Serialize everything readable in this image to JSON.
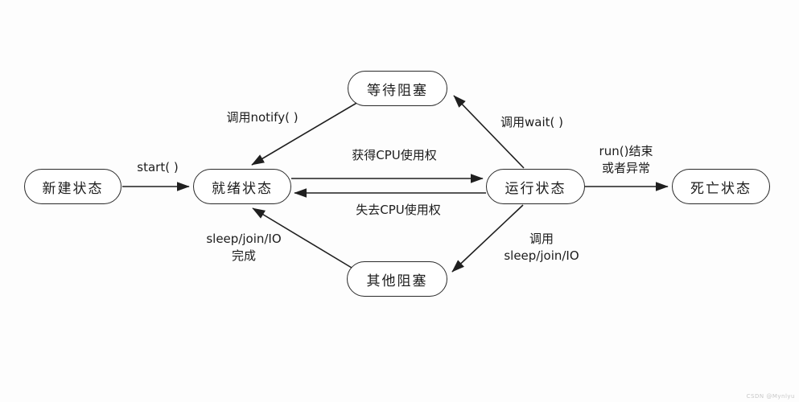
{
  "diagram": {
    "nodes": [
      {
        "id": "new",
        "label": "新建状态"
      },
      {
        "id": "ready",
        "label": "就绪状态"
      },
      {
        "id": "waiting-blocked",
        "label": "等待阻塞"
      },
      {
        "id": "running",
        "label": "运行状态"
      },
      {
        "id": "other-blocked",
        "label": "其他阻塞"
      },
      {
        "id": "dead",
        "label": "死亡状态"
      }
    ],
    "edges": [
      {
        "from": "new",
        "to": "ready",
        "label": "start( )"
      },
      {
        "from": "ready",
        "to": "running",
        "label": "获得CPU使用权"
      },
      {
        "from": "running",
        "to": "ready",
        "label": "失去CPU使用权"
      },
      {
        "from": "waiting-blocked",
        "to": "ready",
        "label": "调用notify( )"
      },
      {
        "from": "running",
        "to": "waiting-blocked",
        "label": "调用wait( )"
      },
      {
        "from": "running",
        "to": "dead",
        "label": "run()结束\n或者异常"
      },
      {
        "from": "other-blocked",
        "to": "ready",
        "label": "sleep/join/IO\n完成"
      },
      {
        "from": "running",
        "to": "other-blocked",
        "label": "调用\nsleep/join/IO"
      }
    ],
    "colors": {
      "line": "#1f1f1f",
      "node_fill": "#ffffff",
      "node_border": "#2a2a2a"
    },
    "watermark": "CSDN @Mynlyu"
  }
}
